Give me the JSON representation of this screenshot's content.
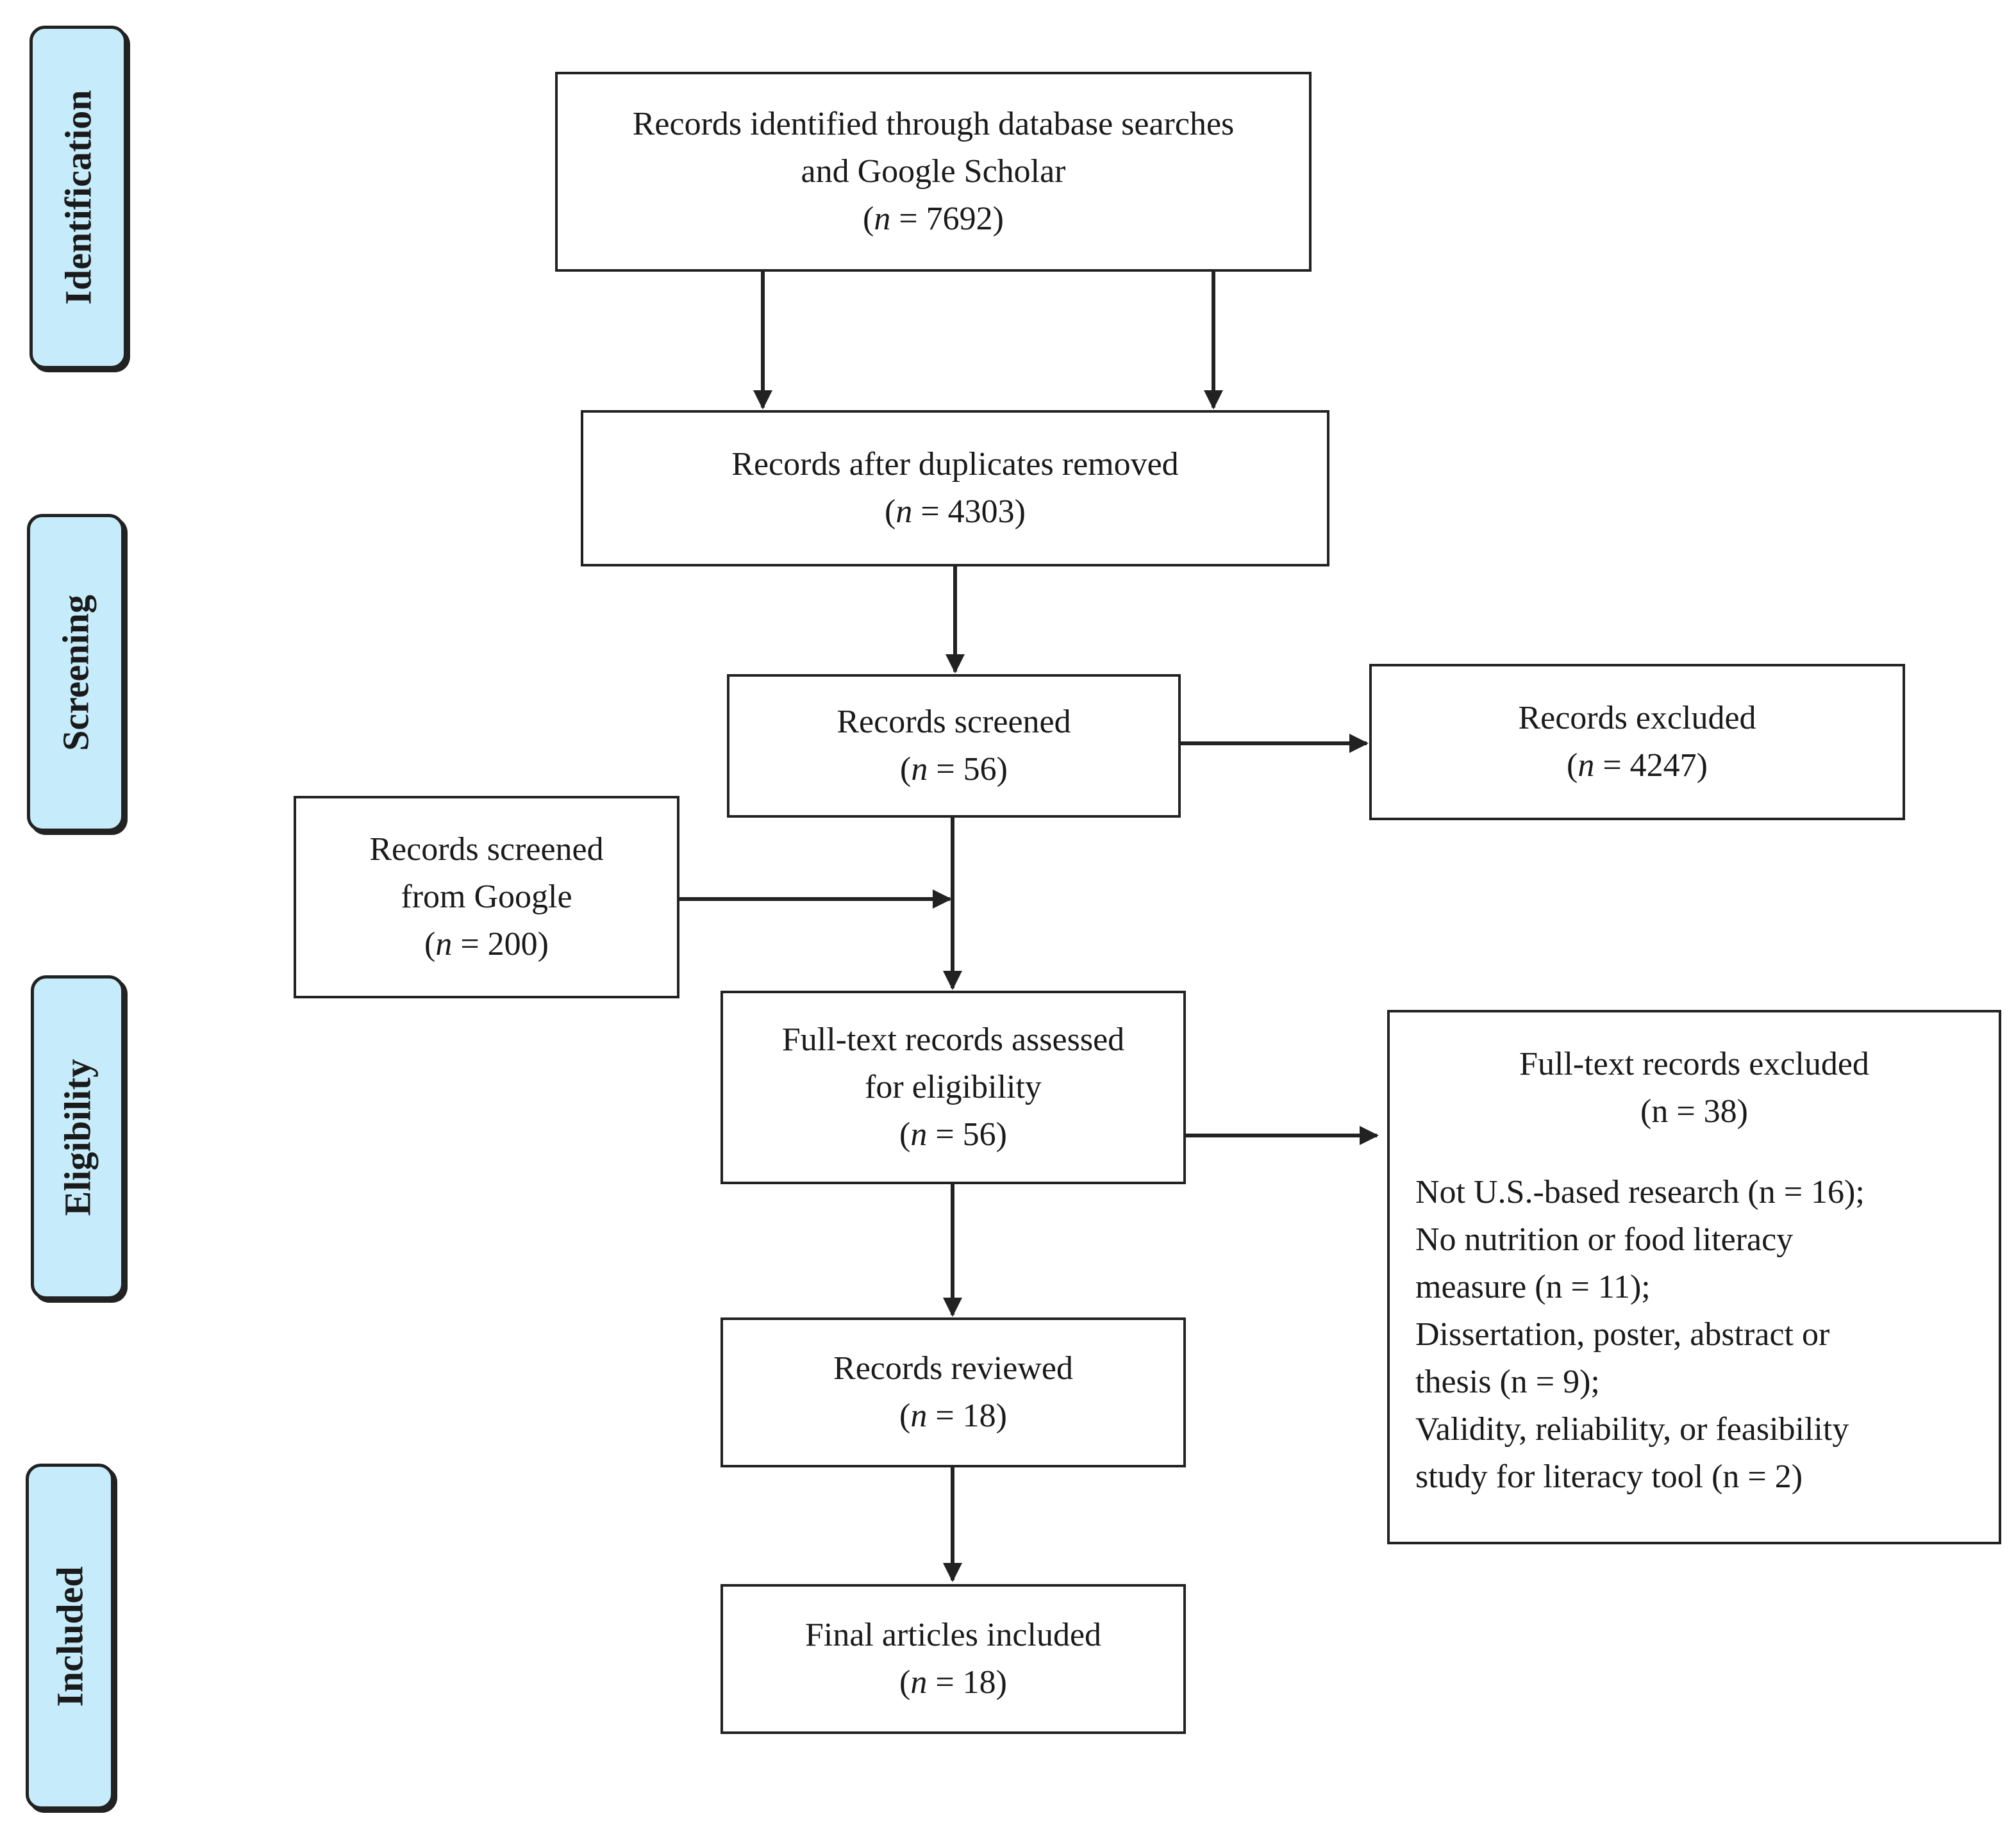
{
  "stages": [
    "Identification",
    "Screening",
    "Eligibility",
    "Included"
  ],
  "boxes": {
    "identified": {
      "lines": [
        "Records identified through database searches",
        "and Google Scholar"
      ],
      "n_prefix": "(",
      "n_var": "n",
      "n_rest": " = 7692)"
    },
    "dedup": {
      "lines": [
        "Records after duplicates removed"
      ],
      "n_prefix": "(",
      "n_var": "n",
      "n_rest": " = 4303)"
    },
    "screened": {
      "lines": [
        "Records screened"
      ],
      "n_prefix": "(",
      "n_var": "n",
      "n_rest": " = 56)"
    },
    "excluded": {
      "lines": [
        "Records excluded"
      ],
      "n_prefix": "(",
      "n_var": "n",
      "n_rest": " = 4247)"
    },
    "google": {
      "lines": [
        "Records screened",
        "from Google"
      ],
      "n_prefix": "(",
      "n_var": "n",
      "n_rest": " = 200)"
    },
    "fulltext": {
      "lines": [
        "Full-text records assessed",
        "for eligibility"
      ],
      "n_prefix": "(",
      "n_var": "n",
      "n_rest": " = 56)"
    },
    "fulltext_excluded": {
      "title": "Full-text records excluded",
      "count": "(n = 38)",
      "reasons": [
        "Not U.S.-based research (n = 16);",
        "No nutrition or food literacy",
        "measure (n = 11);",
        "Dissertation, poster, abstract or",
        "thesis (n = 9);",
        "Validity, reliability, or feasibility",
        "study for literacy tool (n = 2)"
      ]
    },
    "reviewed": {
      "lines": [
        "Records reviewed"
      ],
      "n_prefix": "(",
      "n_var": "n",
      "n_rest": " = 18)"
    },
    "included": {
      "lines": [
        "Final articles included"
      ],
      "n_prefix": "(",
      "n_var": "n",
      "n_rest": " = 18)"
    }
  },
  "colors": {
    "stage_fill": "#c6ecfb",
    "stroke": "#222222"
  }
}
